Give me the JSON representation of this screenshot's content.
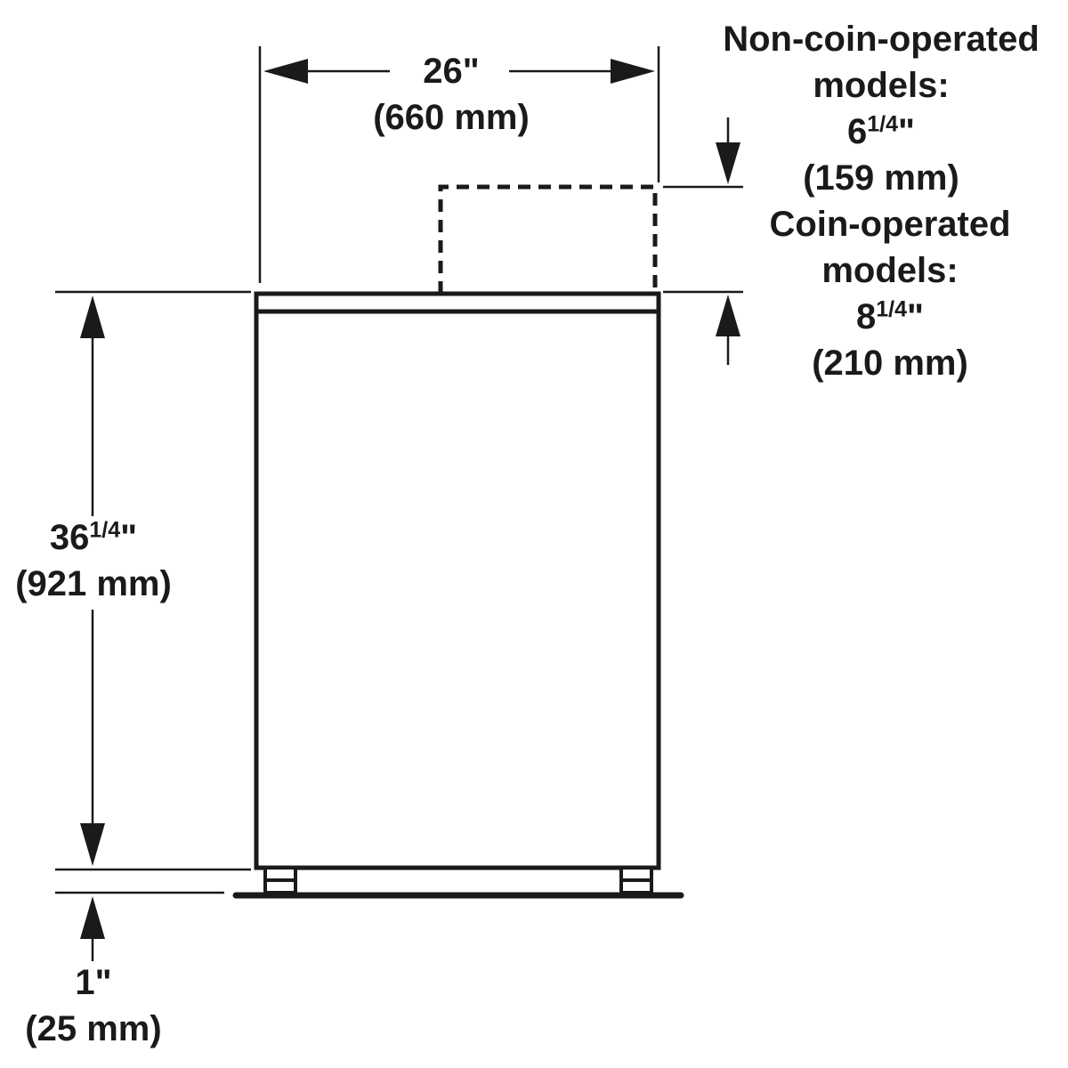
{
  "width_dim": {
    "imperial": "26\"",
    "metric": "(660 mm)"
  },
  "non_coin": {
    "line1": "Non-coin-operated",
    "line2": "models:",
    "whole": "6",
    "fraction": "1/4",
    "inch_mark": "\"",
    "metric": "(159 mm)"
  },
  "coin": {
    "line1": "Coin-operated",
    "line2": "models:",
    "whole": "8",
    "fraction": "1/4",
    "inch_mark": "\"",
    "metric": "(210 mm)"
  },
  "height_dim": {
    "whole": "36",
    "fraction": "1/4",
    "inch_mark": "\"",
    "metric": "(921 mm)"
  },
  "foot_dim": {
    "imperial": "1\"",
    "metric": "(25 mm)"
  },
  "colors": {
    "line": "#1a1a1a",
    "background": "#ffffff"
  }
}
